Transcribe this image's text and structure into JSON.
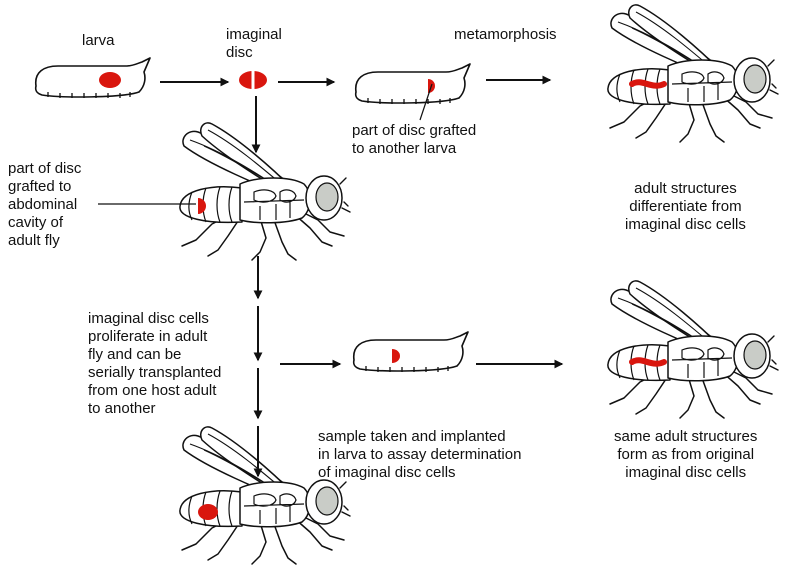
{
  "colors": {
    "ink": "#111111",
    "disc": "#d9160e",
    "eye": "#c9ccc7",
    "background": "#ffffff"
  },
  "labels": {
    "larva": "larva",
    "imaginal_disc": "imaginal\ndisc",
    "metamorphosis": "metamorphosis",
    "part_disc_grafted_larva": "part of disc grafted\nto another larva",
    "part_disc_grafted_adult": "part of disc\ngrafted to\nabdominal\ncavity of\nadult fly",
    "adult_structures": "adult structures\ndifferentiate from\nimaginal disc cells",
    "proliferate": "imaginal disc cells\nproliferate in adult\nfly and can be\nserially transplanted\nfrom one host adult\nto another",
    "sample_taken": "sample taken and implanted\nin larva to assay determination\nof imaginal disc cells",
    "same_adult_structures": "same adult structures\nform as from original\nimaginal disc cells"
  },
  "figures": {
    "larvae": [
      "larva-with-disc",
      "larva-with-grafted-disc",
      "larva-with-implanted-sample"
    ],
    "flies": [
      "adult-fly-structures",
      "host-fly-graft",
      "adult-fly-same-structures",
      "host-fly-proliferated"
    ]
  }
}
